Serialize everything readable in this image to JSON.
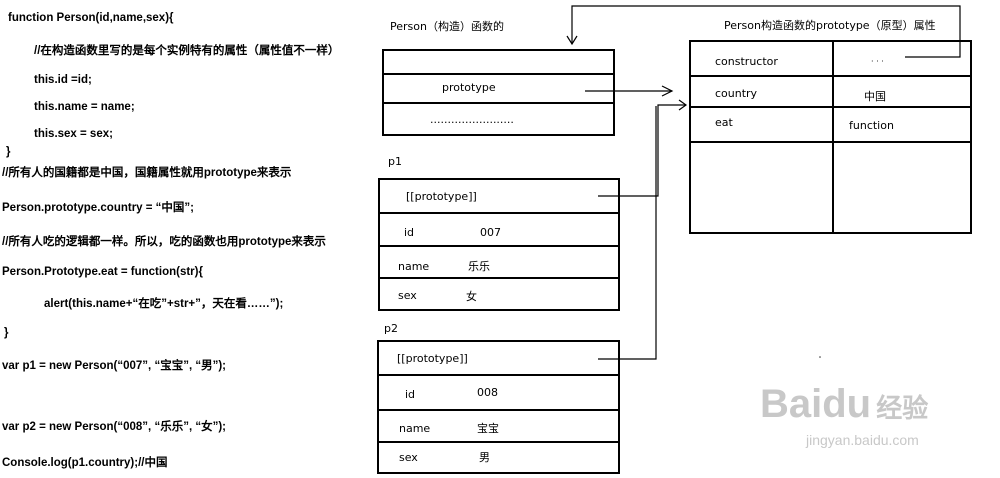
{
  "code": [
    "function Person(id,name,sex){",
    "//在构造函数里写的是每个实例特有的属性（属性值不一样）",
    "this.id =id;",
    "this.name = name;",
    "this.sex = sex;",
    "}",
    "//所有人的国籍都是中国，国籍属性就用prototype来表示",
    "Person.prototype.country = “中国”;",
    "//所有人吃的逻辑都一样。所以，吃的函数也用prototype来表示",
    "Person.Prototype.eat = function(str){",
    "alert(this.name+“在吃”+str+”，天在看……”);",
    "}",
    "var p1 = new Person(“007”, “宝宝”, “男”);",
    "var p2 = new Person(“008”, “乐乐”, “女”);",
    "Console.log(p1.country);//中国"
  ],
  "person_ctor": {
    "title": "Person（构造）函数的",
    "prototype_label": "prototype",
    "dots": "........................"
  },
  "proto_obj": {
    "title": "Person构造函数的prototype（原型）属性",
    "rows": [
      {
        "key": "constructor",
        "value": "· · ·"
      },
      {
        "key": "country",
        "value": "中国"
      },
      {
        "key": "eat",
        "value": "function"
      }
    ]
  },
  "p1": {
    "title": "p1",
    "proto_label": "[[prototype]]",
    "rows": [
      {
        "key": "id",
        "value": "007"
      },
      {
        "key": "name",
        "value": "乐乐"
      },
      {
        "key": "sex",
        "value": "女"
      }
    ]
  },
  "p2": {
    "title": "p2",
    "proto_label": "[[prototype]]",
    "rows": [
      {
        "key": "id",
        "value": "008"
      },
      {
        "key": "name",
        "value": "宝宝"
      },
      {
        "key": "sex",
        "value": "男"
      }
    ]
  },
  "watermark": {
    "brand": "Bai",
    "brand2": "du",
    "product": "经验",
    "url": "jingyan.baidu.com"
  }
}
